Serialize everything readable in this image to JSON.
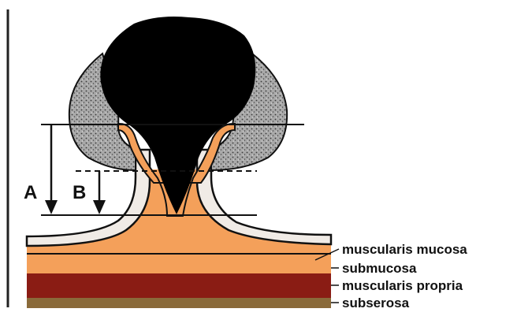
{
  "diagram": {
    "measurements": [
      {
        "id": "A",
        "label": "A"
      },
      {
        "id": "B",
        "label": "B"
      }
    ],
    "layers": [
      {
        "id": "muscularis-mucosa",
        "label": "muscularis mucosa",
        "color": "#f0ebe6"
      },
      {
        "id": "submucosa",
        "label": "submucosa",
        "color": "#f4a05a"
      },
      {
        "id": "muscularis-propria",
        "label": "muscularis propria",
        "color": "#8a1c14"
      },
      {
        "id": "subserosa",
        "label": "subserosa",
        "color": "#8a6a3a"
      }
    ],
    "colors": {
      "tumor_head": "#000000",
      "tumor_stalk_core": "#f4a05a",
      "stippled_mucosa": "#a9a9a9",
      "outline": "#111111",
      "background": "#ffffff"
    }
  }
}
